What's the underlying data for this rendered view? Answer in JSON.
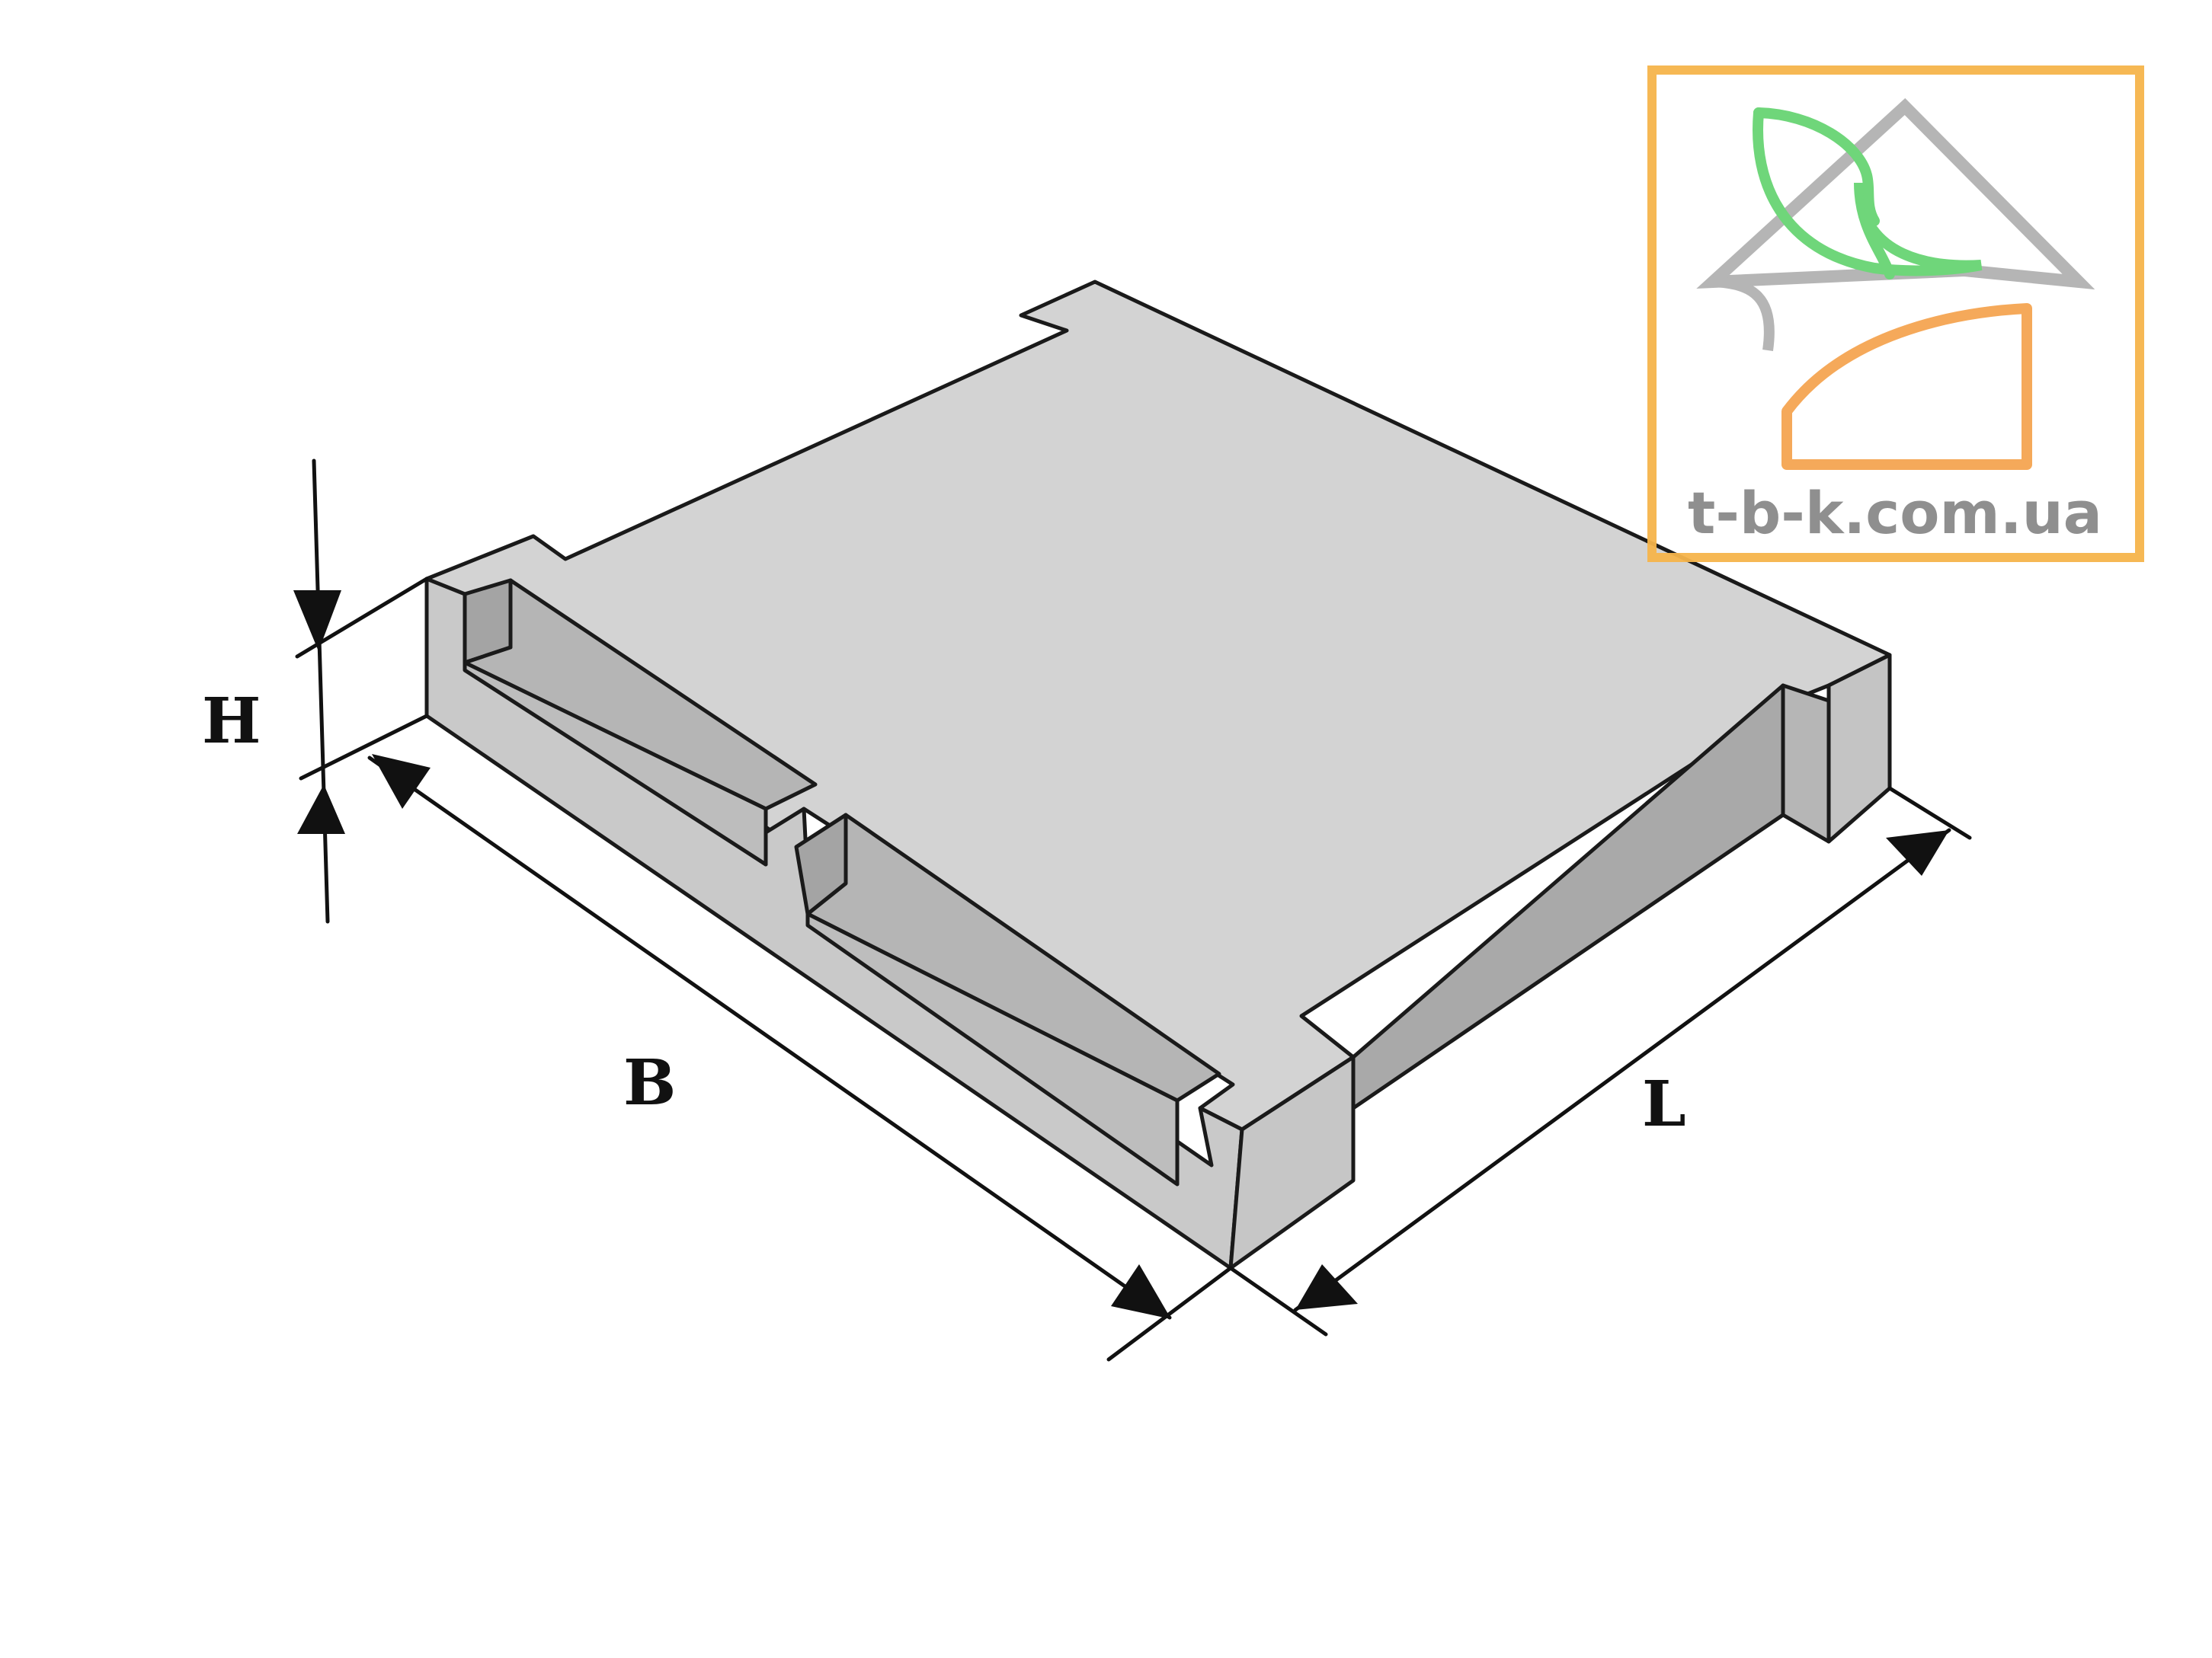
{
  "diagram": {
    "labels": {
      "height": "H",
      "width": "B",
      "length": "L"
    }
  },
  "logo": {
    "url": "t-b-k.com.ua"
  },
  "colors": {
    "background": "#ffffff",
    "top_face": "#d3d3d3",
    "side_face": "#c9c9c9",
    "groove_dark": "#a8a8a8",
    "groove_light": "#bdbdbd",
    "outline": "#1a1a1a",
    "logo_frame": "#f5b44b",
    "logo_green": "#6fd67a",
    "logo_gray": "#b5b5b5",
    "logo_orange": "#f5a95a",
    "logo_text": "#8f8f8f"
  }
}
